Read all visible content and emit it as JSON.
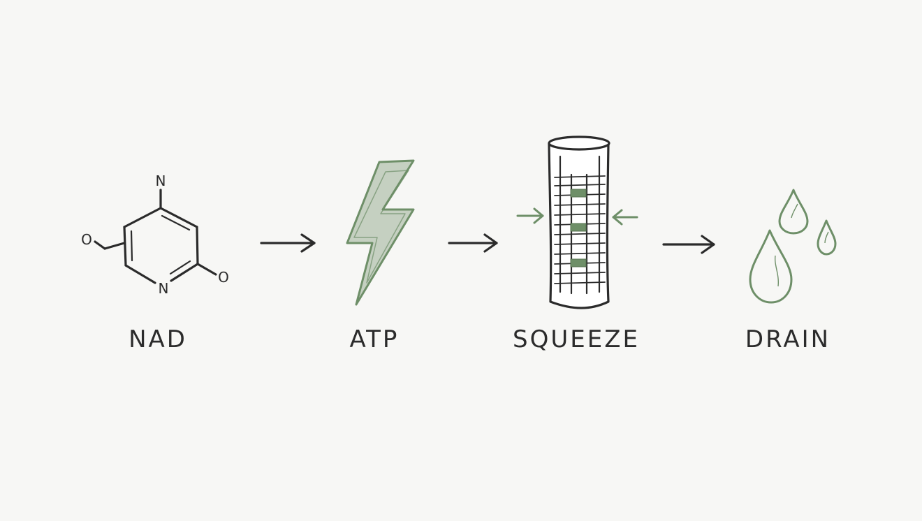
{
  "diagram": {
    "steps": [
      {
        "label": "NAD",
        "icon": "molecule-icon"
      },
      {
        "label": "ATP",
        "icon": "lightning-bolt-icon"
      },
      {
        "label": "SQUEEZE",
        "icon": "tube-compression-icon"
      },
      {
        "label": "DRAIN",
        "icon": "droplets-icon"
      }
    ],
    "molecule_atoms": {
      "top": "N",
      "ring": "N",
      "left": "O",
      "right": "O"
    }
  },
  "colors": {
    "ink": "#2b2b2b",
    "accent": "#6e8f68",
    "background": "#f7f7f5"
  }
}
